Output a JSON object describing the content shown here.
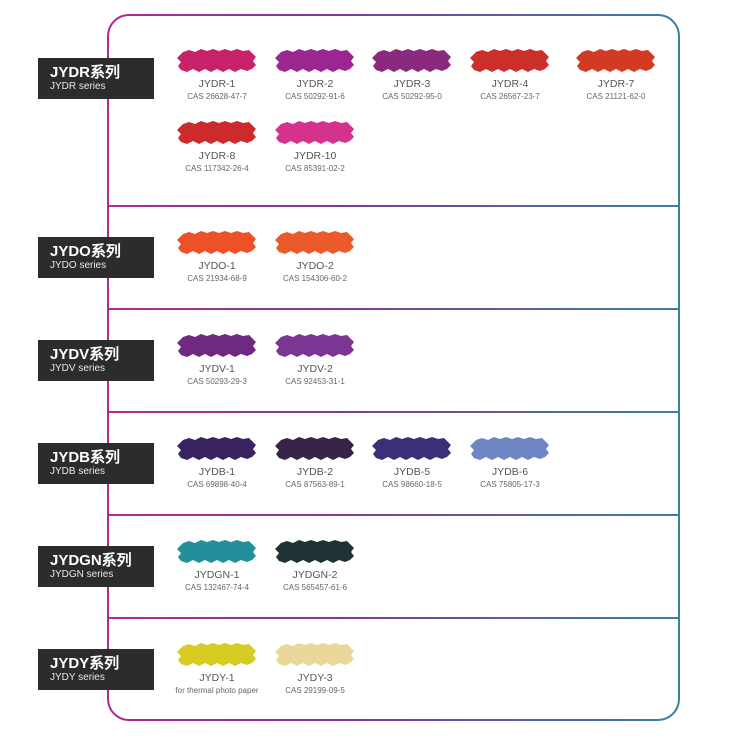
{
  "series": [
    {
      "title": "JYDR系列",
      "subtitle": "JYDR series",
      "items": [
        {
          "code": "JYDR-1",
          "cas": "CAS 26628-47-7",
          "color": "#c8226b"
        },
        {
          "code": "JYDR-2",
          "cas": "CAS 50292-91-6",
          "color": "#9b2690"
        },
        {
          "code": "JYDR-3",
          "cas": "CAS 50292-95-0",
          "color": "#8a2a7f"
        },
        {
          "code": "JYDR-4",
          "cas": "CAS 26567-23-7",
          "color": "#cc2f2a"
        },
        {
          "code": "JYDR-7",
          "cas": "CAS 21121-62-0",
          "color": "#d23a26"
        },
        {
          "code": "JYDR-8",
          "cas": "CAS 117342-26-4",
          "color": "#cc2a2c"
        },
        {
          "code": "JYDR-10",
          "cas": "CAS 85391-02-2",
          "color": "#d5328e"
        }
      ]
    },
    {
      "title": "JYDO系列",
      "subtitle": "JYDO series",
      "items": [
        {
          "code": "JYDO-1",
          "cas": "CAS 21934-68-9",
          "color": "#ee5128"
        },
        {
          "code": "JYDO-2",
          "cas": "CAS 154306-60-2",
          "color": "#ec5a2b"
        }
      ]
    },
    {
      "title": "JYDV系列",
      "subtitle": "JYDV series",
      "items": [
        {
          "code": "JYDV-1",
          "cas": "CAS 50293-29-3",
          "color": "#6d2a80"
        },
        {
          "code": "JYDV-2",
          "cas": "CAS 92453-31-1",
          "color": "#7a3692"
        }
      ]
    },
    {
      "title": "JYDB系列",
      "subtitle": "JYDB series",
      "items": [
        {
          "code": "JYDB-1",
          "cas": "CAS 69898-40-4",
          "color": "#3a2460"
        },
        {
          "code": "JYDB-2",
          "cas": "CAS 87563-89-1",
          "color": "#372447"
        },
        {
          "code": "JYDB-5",
          "cas": "CAS 98660-18-5",
          "color": "#3b2f7a"
        },
        {
          "code": "JYDB-6",
          "cas": "CAS 75805-17-3",
          "color": "#6f86c5"
        }
      ]
    },
    {
      "title": "JYDGN系列",
      "subtitle": "JYDGN series",
      "items": [
        {
          "code": "JYDGN-1",
          "cas": "CAS 132467-74-4",
          "color": "#228f9a"
        },
        {
          "code": "JYDGN-2",
          "cas": "CAS 565457-61-6",
          "color": "#1f3336"
        }
      ]
    },
    {
      "title": "JYDY系列",
      "subtitle": "JYDY series",
      "items": [
        {
          "code": "JYDY-1",
          "cas": "for thermal photo paper",
          "color": "#d6cc24"
        },
        {
          "code": "JYDY-3",
          "cas": "CAS 29199-09-5",
          "color": "#ead89a"
        }
      ]
    }
  ]
}
